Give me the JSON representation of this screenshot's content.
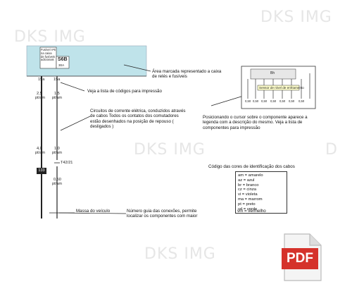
{
  "watermarks": [
    "DKS IMG",
    "DKS IMG",
    "DKS IMG",
    "DKS IMG",
    "D"
  ],
  "relay_box": {
    "fuse_note": "Fusível nº6 na caixa de fusíveis adicionais",
    "fuse_code": "S6B",
    "fuse_rating": "30A",
    "terminal_left": "15a",
    "terminal_right": "15a"
  },
  "wires": [
    {
      "gauge": "2,5",
      "color": "pt/am"
    },
    {
      "gauge": "1,5",
      "color": "pt/am"
    },
    {
      "gauge": "4,0",
      "color": "pt/am"
    },
    {
      "gauge": "1,0",
      "color": "pt/am"
    },
    {
      "gauge": "0,50",
      "color": "pt/am"
    }
  ],
  "connector_code": "T42/21",
  "ground_tag": "133",
  "annotations": {
    "area": "Área marcada representado a caixa de relés e fusíveis",
    "code_list": "Veja a lista de códigos  para impressão",
    "circuits": "Circuitos de corrente elétrica, conduzidos através de cabos  Todos os contatos dos comutadores estão desenhados na posição de repouso ( desligados )",
    "ground": "Massa do veículo",
    "guide": "Número guia das conexões, permite localizar os componentes com maior facilidade",
    "cursor": "Posicionando o cursor sobre o componente aparece a legenda com a descrição do mesmo. Veja a lista de componentes para impressão"
  },
  "inset": {
    "tooltip": "Sensor de nível de enfriamento",
    "header": "Bh",
    "bottom_labels": [
      "0,50",
      "0,50",
      "0,50",
      "0,50",
      "0,50",
      "0,50",
      "0,50"
    ]
  },
  "color_codes": {
    "title": "Código das cores de identificação dos cabos",
    "items": [
      "am = amarelo",
      "az = azul",
      "br = branco",
      "cz = cinza",
      "vi = violeta",
      "ma = marrom",
      "pt = preto",
      "vd = verde",
      "vm = vermelho"
    ]
  },
  "pdf_label": "PDF",
  "colors": {
    "relay_fill": "#bfe3ea",
    "pdf_red": "#d5322b"
  }
}
